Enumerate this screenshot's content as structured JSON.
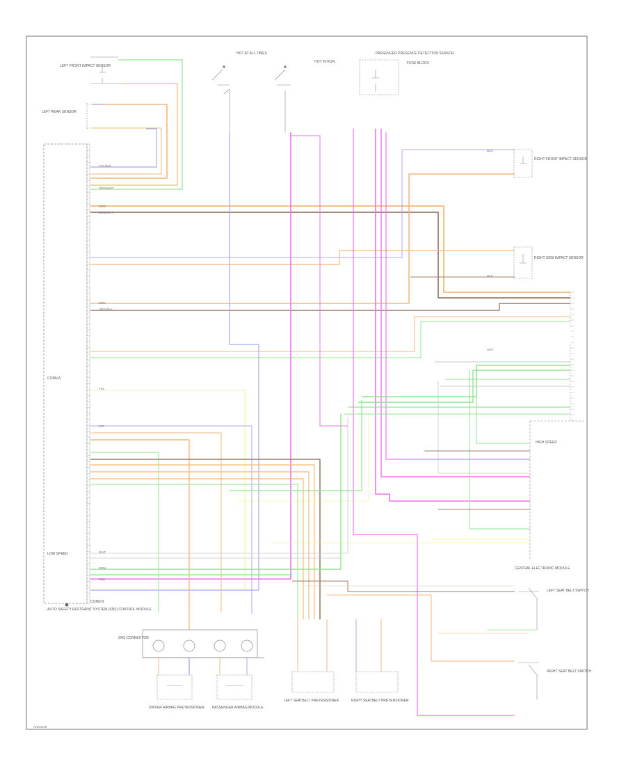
{
  "diagram": {
    "page_code": "ANN4468",
    "colors": {
      "background": "#ffffff",
      "frame": "#8a8a8a",
      "ink": "#666666",
      "wire_orange": "#f5b87a",
      "wire_brown": "#9c7c68",
      "wire_blue": "#a8a8f0",
      "wire_pink": "#f070f0",
      "wire_green": "#8ee68e",
      "wire_yellow": "#f0f080",
      "wire_gray": "#c8c8c8"
    },
    "components": {
      "sdm": "AUTO SAFETY RESTRAINT SYSTEM (SRS) CONTROL MODULE",
      "left_front_impact_sensor": "LEFT FRONT IMPACT SENSOR",
      "left_rear_sensor": "LEFT REAR SENSOR",
      "right_front_impact_sensor": "RIGHT FRONT IMPACT SENSOR",
      "right_side_impact_sensor": "RIGHT SIDE IMPACT SENSOR",
      "left_seat_belt_switch": "LEFT SEAT BELT SWITCH",
      "right_seat_belt_switch": "RIGHT SEAT BELT SWITCH",
      "passenger_presence_detect": "PASSENGER PRESENCE DETECTION SENSOR",
      "hot_at_all_times": "HOT AT ALL TIMES",
      "hot_in_run": "HOT IN RUN",
      "fuse_block": "FUSE BLOCK",
      "central_electronic_module": "CENTRAL ELECTRONIC MODULE",
      "airbag_connector": "SRS CONNECTOR",
      "driver_airbag_pretensioner": "DRIVER AIRBAG PRETENSIONER",
      "passenger_airbag_module": "PASSENGER AIRBAG MODULE",
      "left_seatbelt_pretensioner": "LEFT SEATBELT PRETENSIONER",
      "right_seatbelt_pretensioner": "RIGHT SEATBELT PRETENSIONER",
      "connector_a": "CONN A",
      "connector_b": "CONN B",
      "speed_high": "HIGH SPEED",
      "speed_low": "LOW SPEED"
    },
    "wire_colors": {
      "org": "ORG",
      "brn": "BRN",
      "org_blk": "ORG/BLK",
      "brn_wht": "BRN/WHT",
      "yel_blk": "YEL/BLK",
      "vio": "VIO",
      "pnk": "PNK",
      "grn": "GRN",
      "grn_wht": "GRN/WHT",
      "wht": "WHT",
      "yel": "YEL",
      "blu": "BLU",
      "blk": "BLK",
      "gry": "GRY"
    }
  }
}
